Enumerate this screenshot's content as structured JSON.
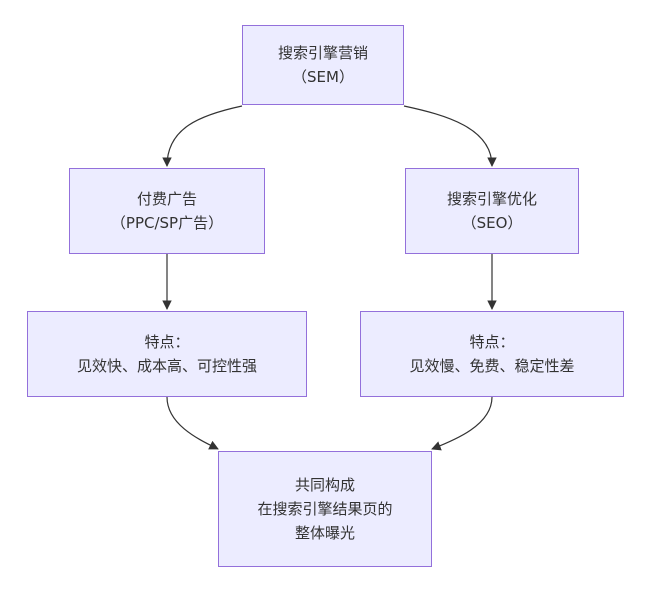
{
  "nodes": {
    "sem": {
      "lines": [
        "搜索引擎营销",
        "（SEM）"
      ]
    },
    "paid": {
      "lines": [
        "付费广告",
        "（PPC/SP广告）"
      ]
    },
    "seo": {
      "lines": [
        "搜索引擎优化",
        "（SEO）"
      ]
    },
    "feat_paid": {
      "lines": [
        "特点：",
        "见效快、成本高、可控性强"
      ]
    },
    "feat_seo": {
      "lines": [
        "特点：",
        "见效慢、免费、稳定性差"
      ]
    },
    "result": {
      "lines": [
        "共同构成",
        "在搜索引擎结果页的",
        "整体曝光"
      ]
    }
  },
  "colors": {
    "node_fill": "#ececff",
    "node_border": "#9370db",
    "edge": "#333333",
    "text": "#333333"
  }
}
